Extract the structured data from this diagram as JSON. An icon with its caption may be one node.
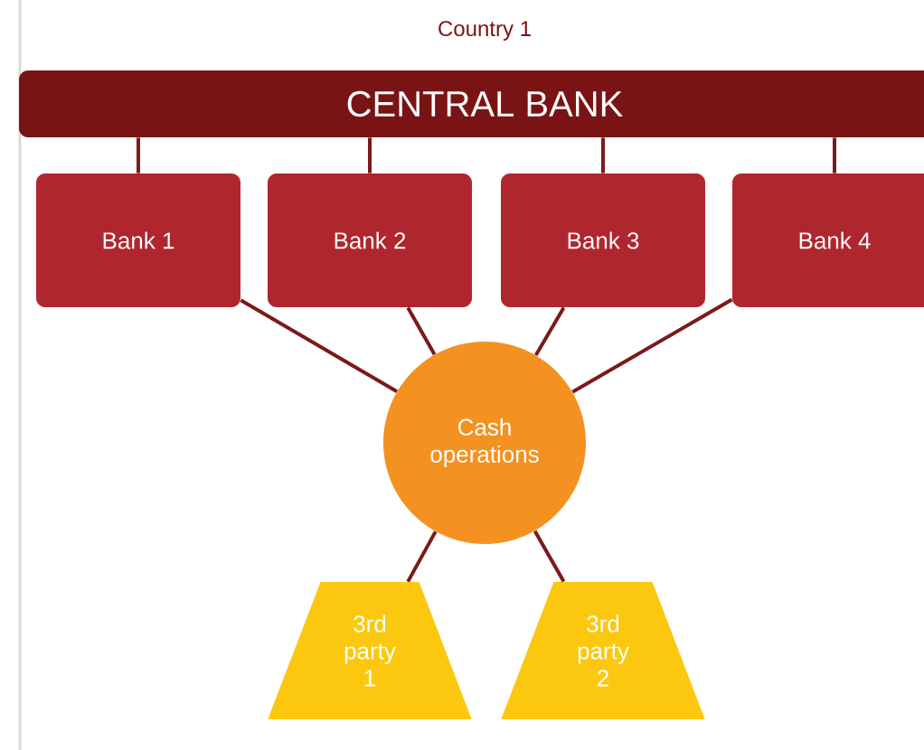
{
  "diagram": {
    "title": "Country 1",
    "nodes": [
      {
        "text": [
          "CENTRAL BANK"
        ]
      },
      {
        "text": [
          "Bank 1"
        ]
      },
      {
        "text": [
          "Bank 2"
        ]
      },
      {
        "text": [
          "Bank 3"
        ]
      },
      {
        "text": [
          "Bank 4"
        ]
      },
      {
        "text": [
          "Cash operations"
        ]
      },
      {
        "text": [
          "3rd party 1"
        ]
      },
      {
        "text": [
          "3rd party 2"
        ]
      }
    ],
    "edges": [
      {
        "from": 0,
        "to": 1,
        "arrow": "none"
      },
      {
        "from": 0,
        "to": 2,
        "arrow": "none"
      },
      {
        "from": 0,
        "to": 3,
        "arrow": "none"
      },
      {
        "from": 0,
        "to": 4,
        "arrow": "none"
      },
      {
        "from": 1,
        "to": 5,
        "arrow": "none"
      },
      {
        "from": 2,
        "to": 5,
        "arrow": "none"
      },
      {
        "from": 3,
        "to": 5,
        "arrow": "none"
      },
      {
        "from": 4,
        "to": 5,
        "arrow": "none"
      },
      {
        "from": 5,
        "to": 6,
        "arrow": "none"
      },
      {
        "from": 5,
        "to": 7,
        "arrow": "none"
      }
    ]
  }
}
